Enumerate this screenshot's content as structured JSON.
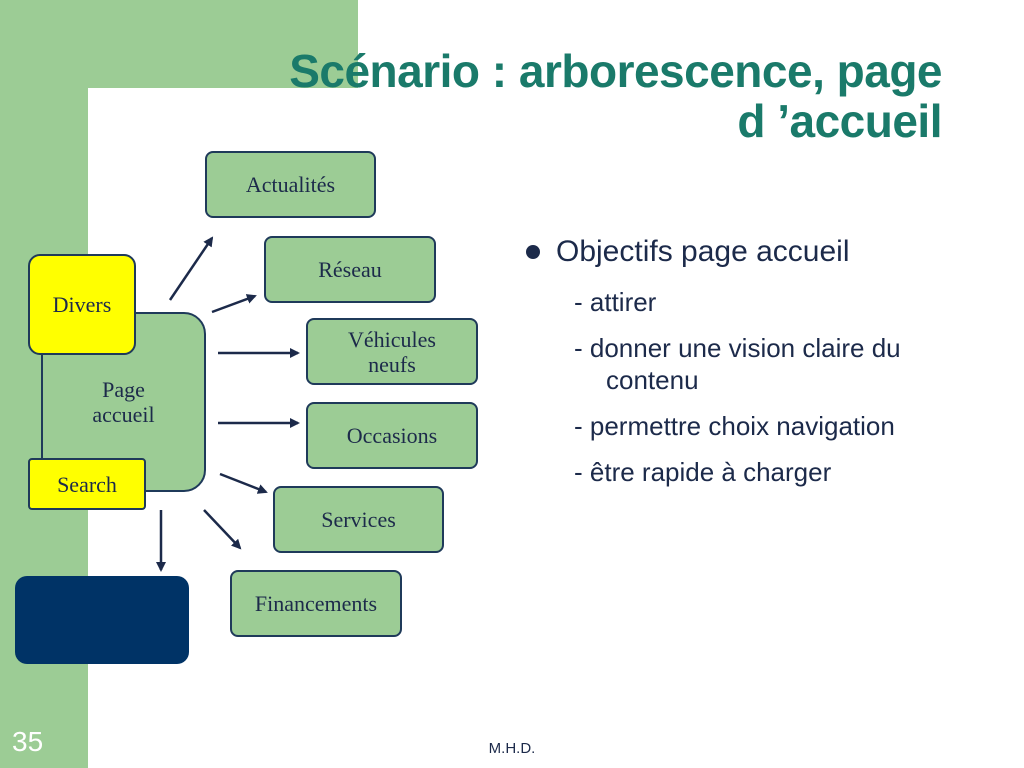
{
  "title": {
    "line1": "Scénario : arborescence, page",
    "line2": "d ’accueil"
  },
  "diagram": {
    "home": "Page accueil",
    "divers": "Divers",
    "search": "Search",
    "children": [
      "Actualités",
      "Réseau",
      "Véhicules neufs",
      "Occasions",
      "Services",
      "Financements"
    ]
  },
  "objectives": {
    "heading": "Objectifs page accueil",
    "items": [
      "- attirer",
      "- donner une vision claire du contenu",
      "- permettre choix navigation",
      "- être rapide à charger"
    ]
  },
  "footer": {
    "author": "M.H.D.",
    "page_number": "35"
  }
}
